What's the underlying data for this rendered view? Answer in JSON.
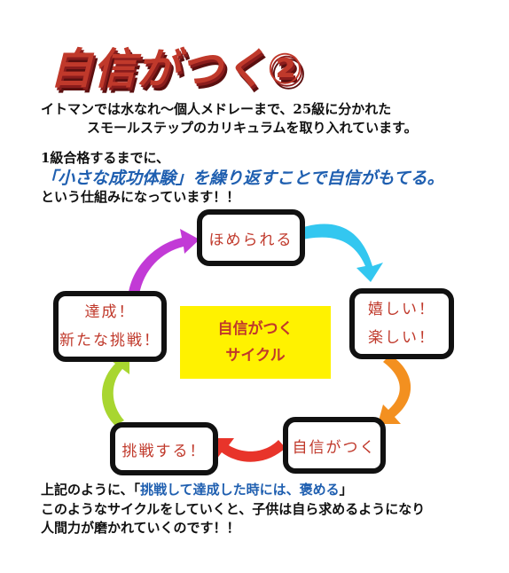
{
  "title": "自信がつく②",
  "intro": {
    "line1": "イトマンでは水なれ～個人メドレーまで、25級に分かれた",
    "line2": "スモールステップのカリキュラムを取り入れています。"
  },
  "goal": {
    "line1": "1級合格するまでに、",
    "highlight": "「小さな成功体験」を繰り返すことで自信がもてる。",
    "line3": "という仕組みになっています！！"
  },
  "cycle": {
    "center_line1": "自信がつく",
    "center_line2": "サイクル",
    "nodes": [
      {
        "line1": "ほめられる"
      },
      {
        "line1": "嬉しい！",
        "line2": "楽しい！"
      },
      {
        "line1": "自信がつく"
      },
      {
        "line1": "挑戦する！"
      },
      {
        "line1": "達成！",
        "line2": "新たな挑戦！"
      }
    ],
    "arrow_colors": [
      "#33c7f0",
      "#f39020",
      "#e8342a",
      "#a8d630",
      "#c23ad6"
    ]
  },
  "outro": {
    "line1_pre": "上記のように、「",
    "line1_quote": "挑戦して達成した時には、褒める",
    "line1_post": "」",
    "line2": "このようなサイクルをしていくと、子供は自ら求めるようになり",
    "line3": "人間力が磨かれていくのです！！"
  }
}
